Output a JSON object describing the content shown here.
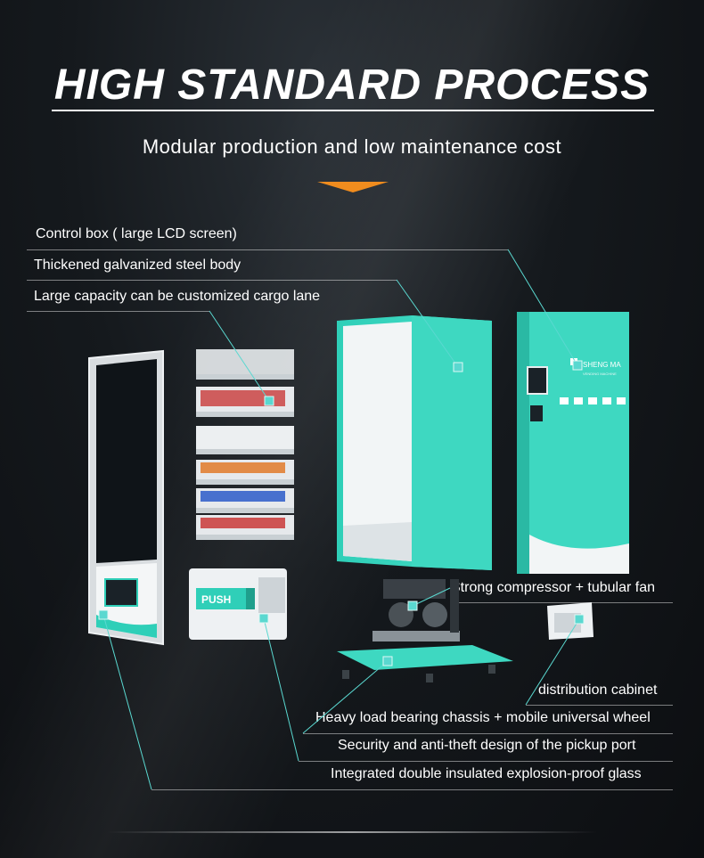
{
  "header": {
    "title": "HIGH STANDARD PROCESS",
    "subtitle": "Modular production and low maintenance cost"
  },
  "labels": {
    "control_box": "Control box ( large LCD screen)",
    "steel_body": "Thickened galvanized steel body",
    "cargo_lane": "Large capacity can be customized cargo lane",
    "compressor": "Strong compressor + tubular fan",
    "distribution": "distribution cabinet",
    "chassis": "Heavy load bearing chassis + mobile universal wheel",
    "pickup_port": "Security and anti-theft design of the pickup port",
    "glass": "Integrated double insulated explosion-proof glass"
  },
  "machine": {
    "brand": "SHENG MA",
    "brand_sub": "VENDING MACHINE",
    "push_label": "PUSH"
  },
  "colors": {
    "accent": "#f08c1e",
    "teal": "#3fd6bf",
    "teal_dark": "#25b8a2",
    "callout": "#5ad8d0"
  },
  "icons": [
    "arrow-down-icon",
    "callout-marker-icon"
  ]
}
